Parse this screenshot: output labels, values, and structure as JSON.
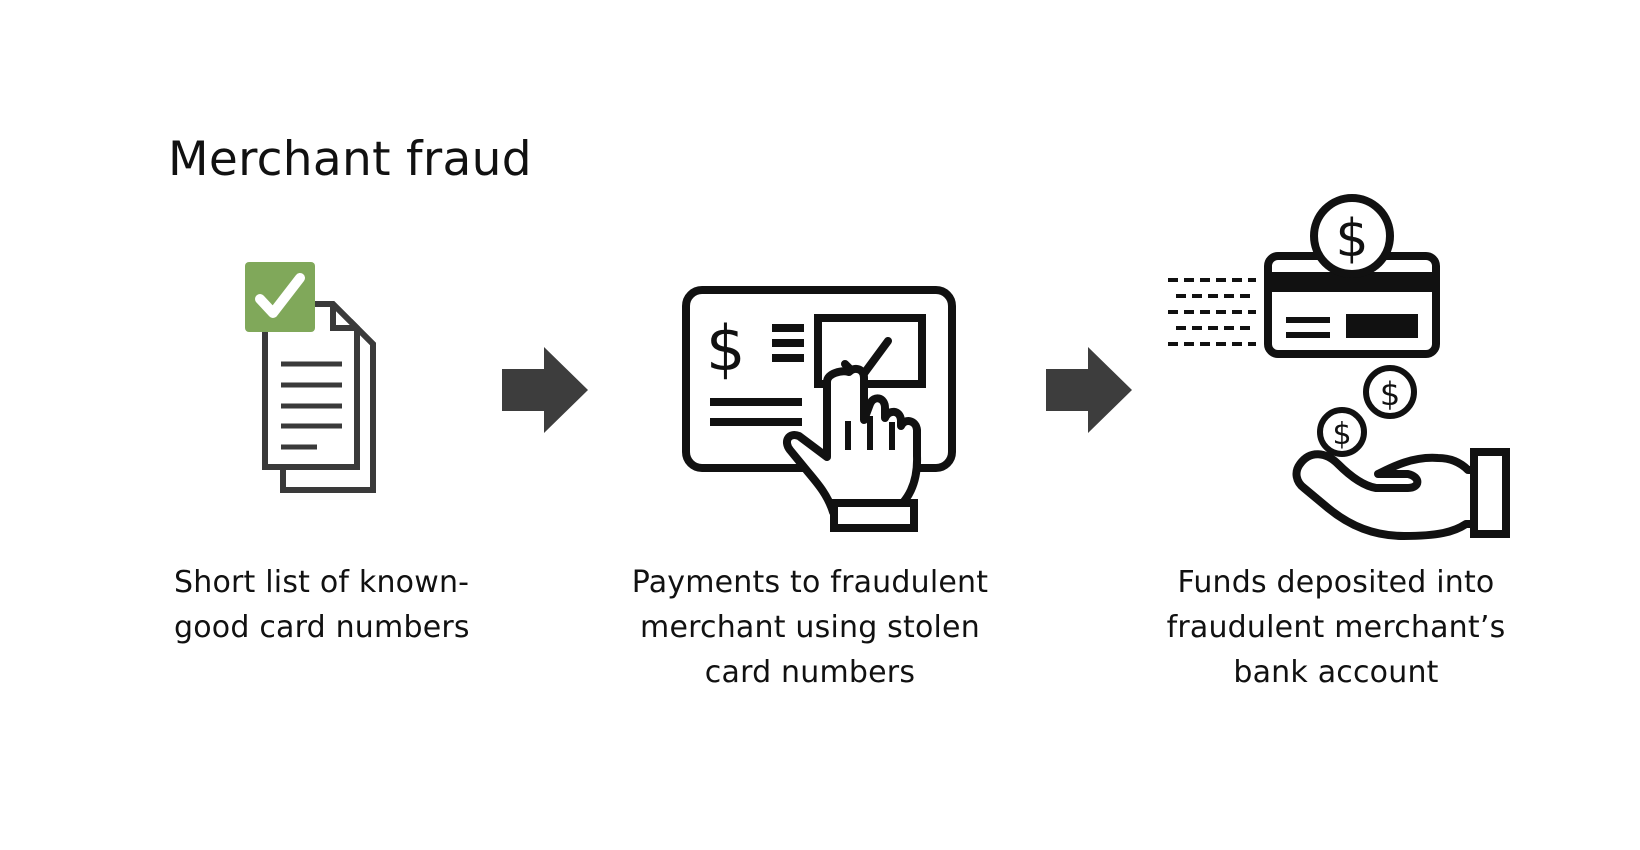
{
  "title": "Merchant fraud",
  "steps": [
    {
      "icon": "checked-document-icon",
      "caption_lines": [
        "Short list of known-",
        "good card numbers"
      ]
    },
    {
      "icon": "payment-terminal-icon",
      "caption_lines": [
        "Payments to fraudulent",
        "merchant using stolen",
        "card numbers"
      ]
    },
    {
      "icon": "card-deposit-icon",
      "caption_lines": [
        "Funds deposited into",
        "fraudulent merchant’s",
        "bank account"
      ]
    }
  ],
  "arrows": [
    {
      "icon": "arrow-right-icon"
    },
    {
      "icon": "arrow-right-icon"
    }
  ],
  "colors": {
    "text": "#111111",
    "icon_stroke": "#111111",
    "document_stroke": "#3a3a3a",
    "checkbox_green": "#80a85a",
    "arrow_gray": "#3d3d3d",
    "background": "#ffffff"
  }
}
